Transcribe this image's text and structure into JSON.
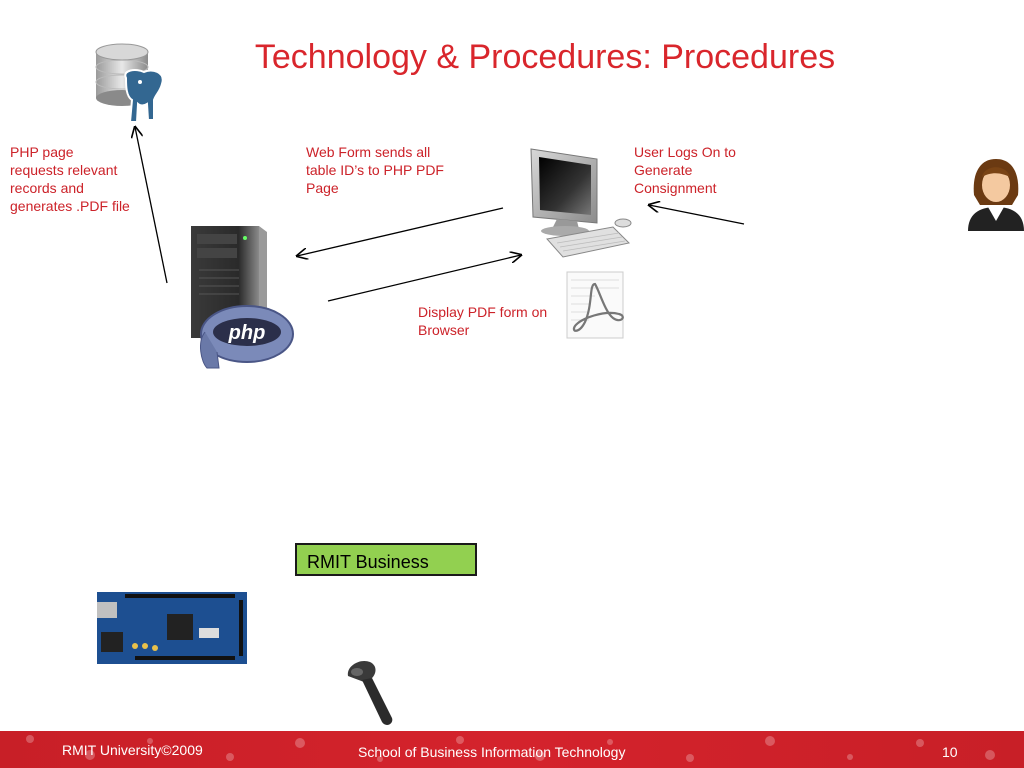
{
  "slide": {
    "title": "Technology & Procedures: Procedures",
    "notes": {
      "php_request": "PHP page requests relevant records and generates .PDF file",
      "web_form": "Web Form sends all table ID’s to PHP PDF Page",
      "user_logon": "User Logs On to Generate Consignment",
      "display_pdf": "Display PDF form on Browser"
    },
    "business_box": "RMIT Business",
    "icons": {
      "database": "postgresql-database-icon",
      "server": "php-server-icon",
      "computer": "desktop-computer-icon",
      "pdf": "pdf-document-icon",
      "user": "user-woman-icon",
      "board": "arduino-board-icon",
      "scanner": "barcode-scanner-icon"
    },
    "icon_labels": {
      "server_logo": "php"
    }
  },
  "footer": {
    "left": "RMIT University©2009",
    "center": "School of Business Information Technology",
    "page": "10"
  },
  "colors": {
    "accent_red": "#d9262c",
    "box_green": "#92d050"
  }
}
